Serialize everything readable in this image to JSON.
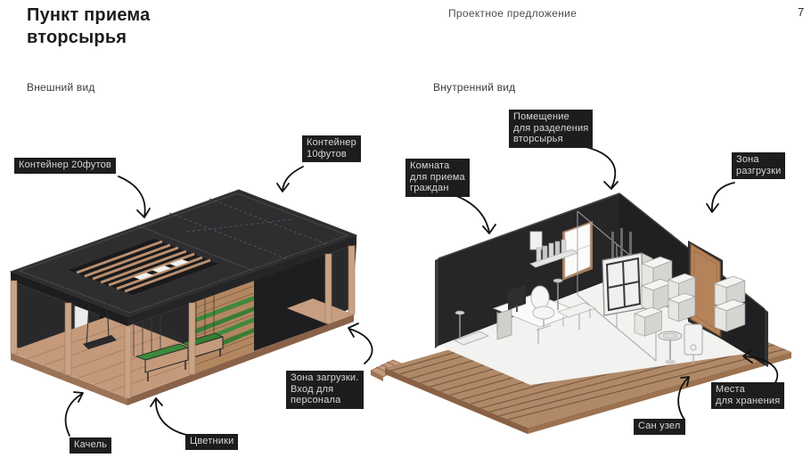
{
  "header": {
    "title": "Пункт приема вторсырья",
    "subtitle_center": "Проектное предложение",
    "page_number": "7"
  },
  "views": {
    "exterior_subtitle": "Внешний вид",
    "interior_subtitle": "Внутренний вид"
  },
  "exterior_labels": {
    "container20": "Контейнер 20футов",
    "container10": "Контейнер\n10футов",
    "loading_zone": "Зона загрузки.\nВход для\nперсонала",
    "swing": "Качель",
    "flowerbeds": "Цветники"
  },
  "interior_labels": {
    "sorting_room": "Помещение\nдля разделения\nвторсырья",
    "reception_room": "Комната\nдля приема\nграждан",
    "unloading_zone": "Зона\nразгрузки",
    "storage": "Места\nдля хранения",
    "bathroom": "Сан узел"
  },
  "colors": {
    "label_bg": "#1d1d1e",
    "label_text": "#d8d8d8",
    "roof": "#2e2e30",
    "wall_dark": "#242426",
    "wood_post": "#c9a385",
    "deck_wood": "#b58a66",
    "green_shelf": "#3c8a3c",
    "door_wood": "#b5835a",
    "arrow": "#111111"
  }
}
